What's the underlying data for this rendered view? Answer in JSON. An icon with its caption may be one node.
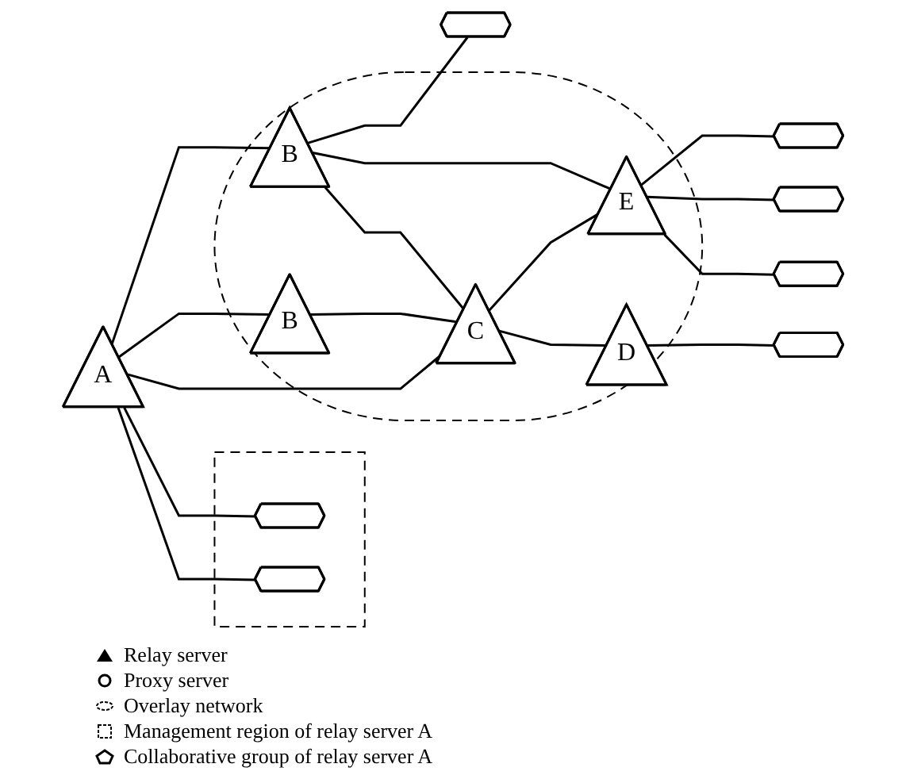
{
  "diagram": {
    "nodes": [
      {
        "text": [],
        "shape": "pentagon"
      },
      {
        "text": [],
        "shape": "pentagon"
      },
      {
        "text": [],
        "shape": "pentagon"
      },
      {
        "text": [],
        "shape": "pentagon"
      },
      {
        "text": [],
        "shape": "ellipse"
      },
      {
        "text": [
          "B"
        ],
        "in": 4
      },
      {
        "text": [
          "E"
        ],
        "in": 4
      },
      {
        "text": [
          "D"
        ],
        "in": 4
      },
      {
        "text": [
          "C"
        ],
        "in": 4
      },
      {
        "text": [
          "B"
        ],
        "in": 4
      },
      {
        "text": [],
        "shape": "box"
      },
      {
        "text": [],
        "shape": "pentagon",
        "in": 10
      },
      {
        "text": [],
        "shape": "pentagon",
        "in": 10
      },
      {
        "text": [
          "A"
        ]
      },
      {
        "text": [],
        "shape": "pentagon"
      }
    ],
    "edges": [
      {
        "from": 13,
        "to": 5,
        "arrow": "none"
      },
      {
        "from": 13,
        "to": 9,
        "arrow": "none"
      },
      {
        "from": 13,
        "to": 8,
        "arrow": "none"
      },
      {
        "from": 13,
        "to": 11,
        "arrow": "none"
      },
      {
        "from": 13,
        "to": 12,
        "arrow": "none"
      },
      {
        "from": 5,
        "to": 2,
        "arrow": "none"
      },
      {
        "from": 5,
        "to": 6,
        "arrow": "none"
      },
      {
        "from": 5,
        "to": 8,
        "arrow": "none"
      },
      {
        "from": 9,
        "to": 8,
        "arrow": "none"
      },
      {
        "from": 8,
        "to": 6,
        "arrow": "none"
      },
      {
        "from": 8,
        "to": 7,
        "arrow": "none"
      },
      {
        "from": 6,
        "to": 0,
        "arrow": "none"
      },
      {
        "from": 6,
        "to": 1,
        "arrow": "none"
      },
      {
        "from": 6,
        "to": 3,
        "arrow": "none"
      },
      {
        "from": 7,
        "to": 14,
        "arrow": "none"
      }
    ],
    "legend": [
      {
        "text": "Relay server"
      },
      {
        "text": "Proxy server"
      },
      {
        "text": "Overlay network"
      },
      {
        "text": "Management region of relay server A"
      },
      {
        "text": "Collaborative group of relay server A"
      }
    ]
  }
}
